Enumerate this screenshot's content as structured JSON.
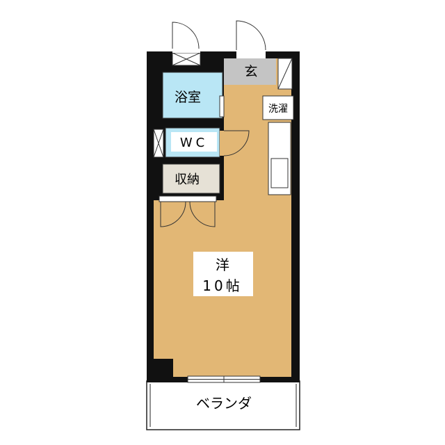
{
  "floor_plan": {
    "rooms": {
      "entrance": "玄",
      "bath": "浴室",
      "laundry": "洗濯",
      "toilet": "WC",
      "storage": "収納",
      "western_room_name": "洋",
      "western_room_size": "10帖",
      "balcony": "ベランダ"
    },
    "colors": {
      "wall": "#111111",
      "room_floor": "#e2b775",
      "wet_area": "#b9e6f5",
      "entrance_floor": "#c4c4c4",
      "storage_floor": "#e6e1d6",
      "label_box": "#ffffff"
    }
  }
}
